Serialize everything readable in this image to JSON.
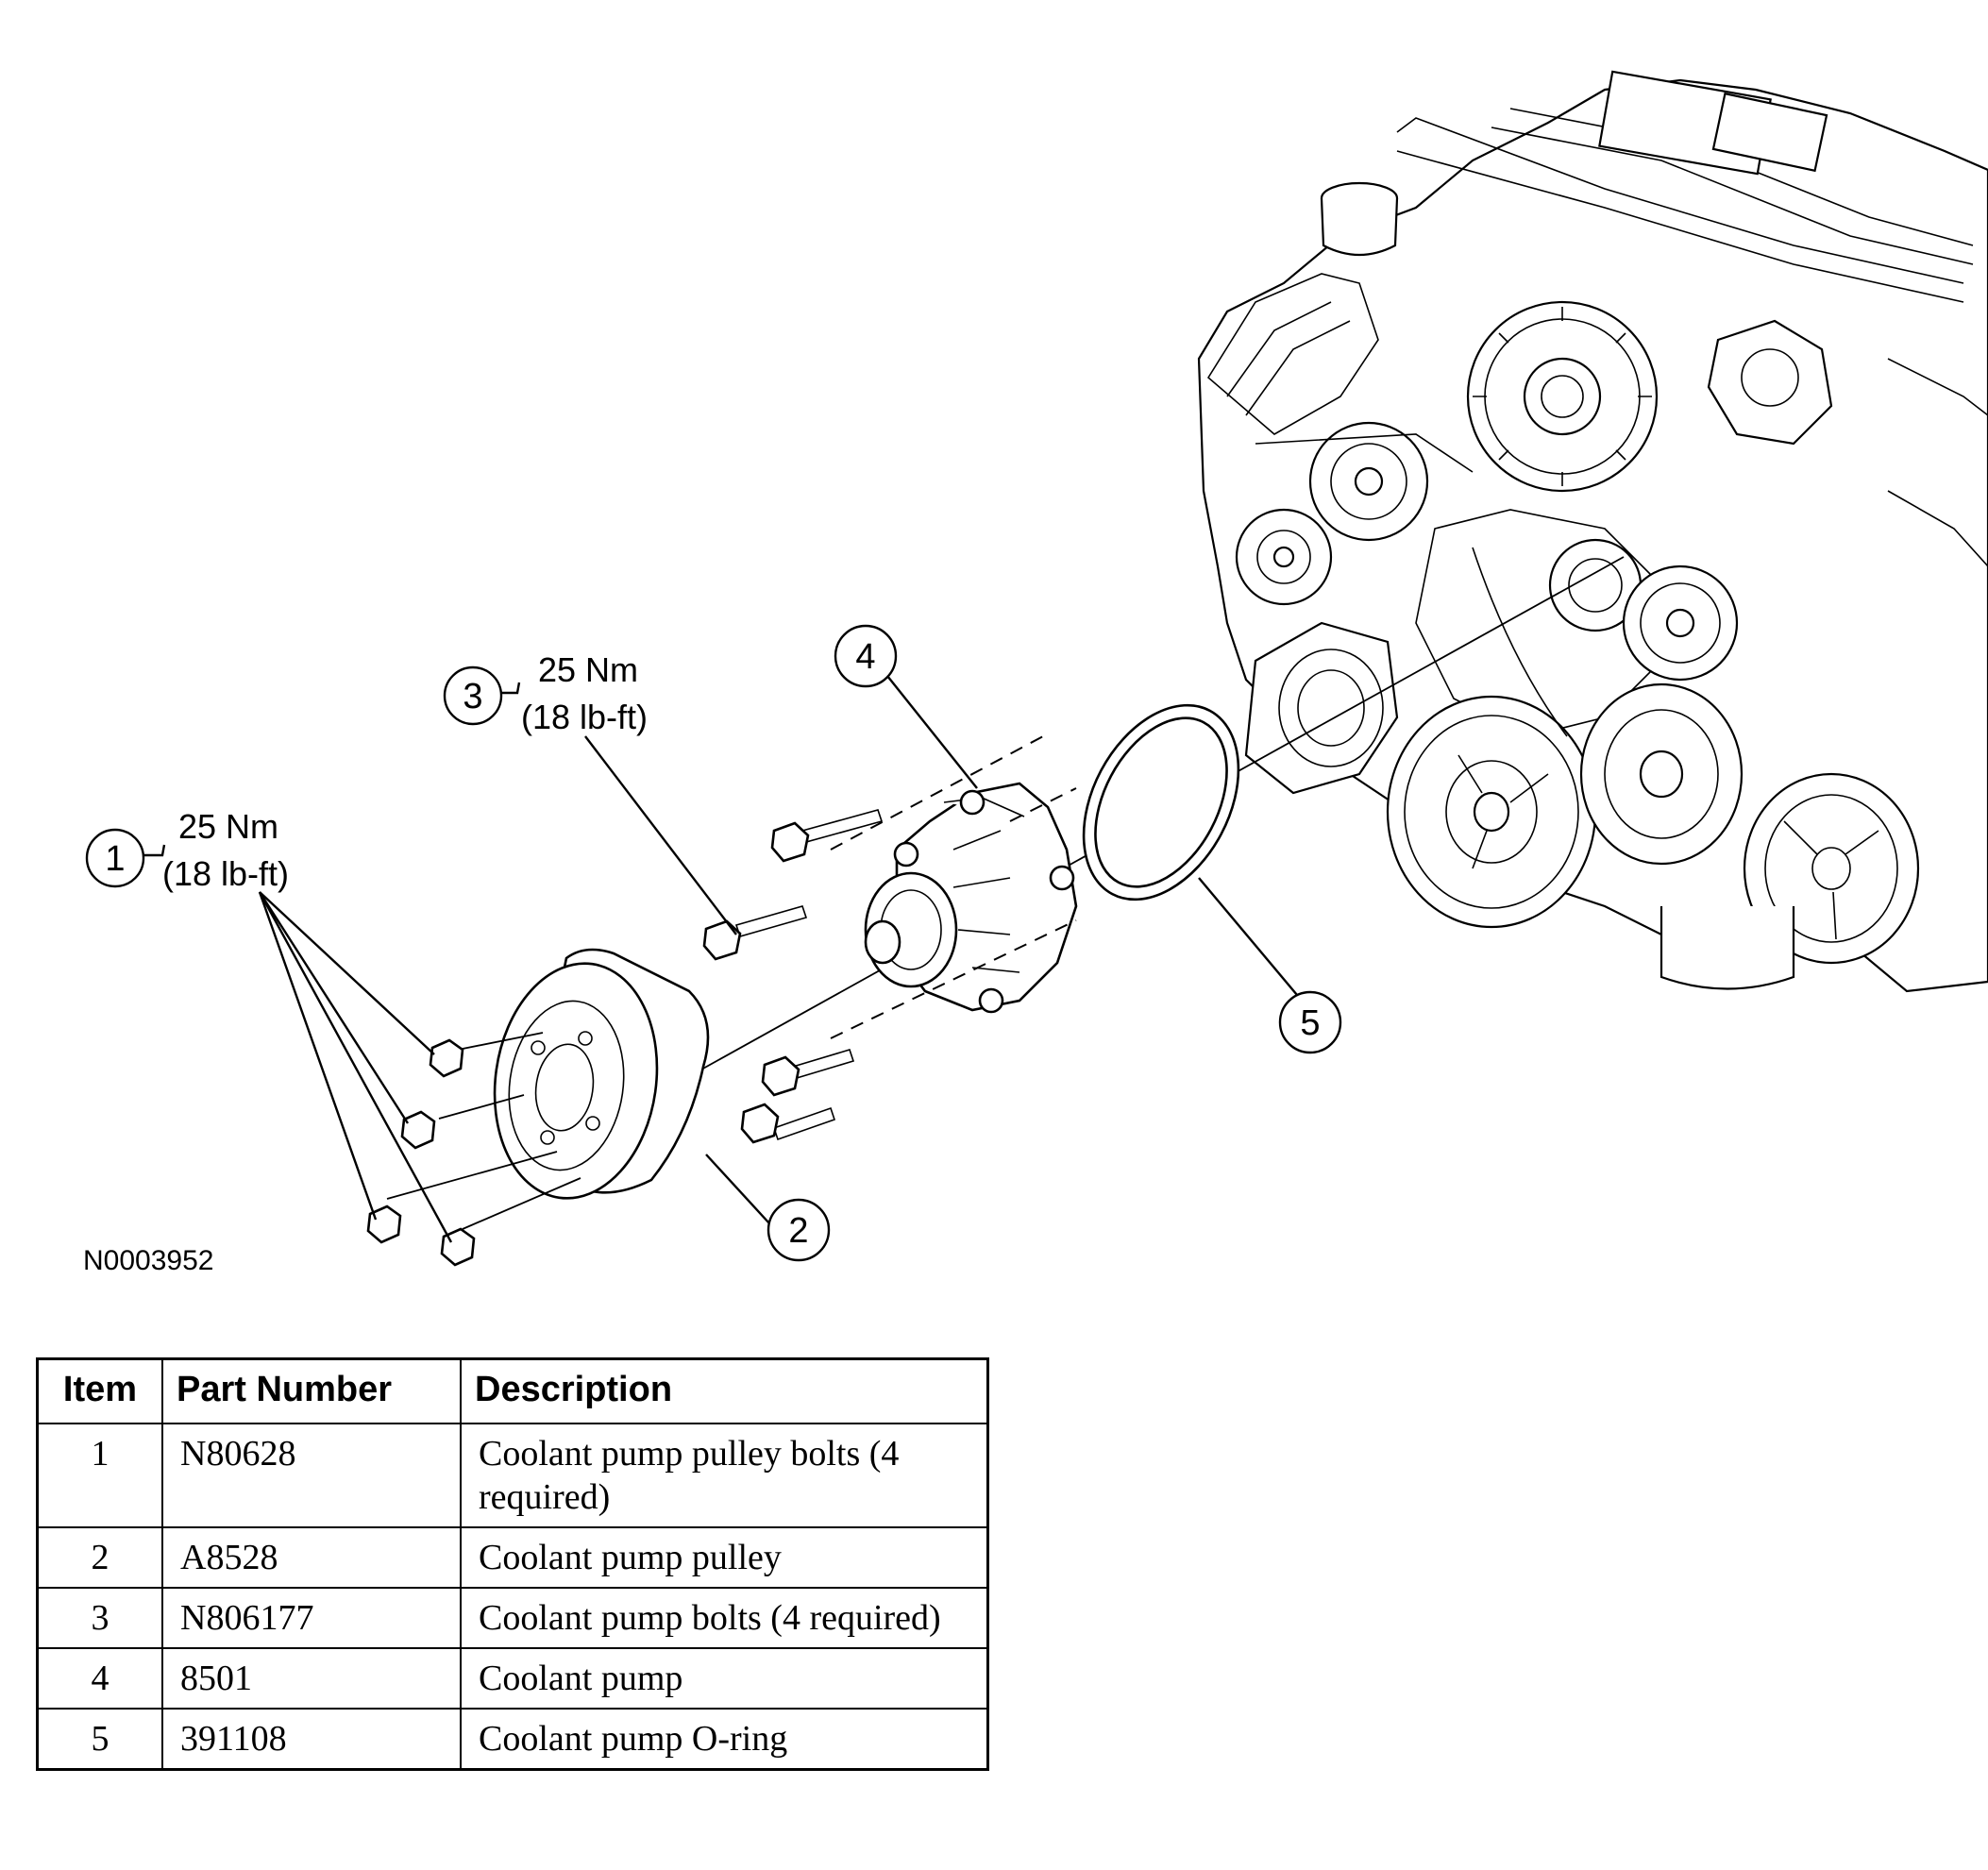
{
  "figure": {
    "id": "N0003952",
    "callouts": [
      {
        "num": "1",
        "torque_nm": "25 Nm",
        "torque_lbft": "(18 lb-ft)"
      },
      {
        "num": "2"
      },
      {
        "num": "3",
        "torque_nm": "25 Nm",
        "torque_lbft": "(18 lb-ft)"
      },
      {
        "num": "4"
      },
      {
        "num": "5"
      }
    ]
  },
  "table": {
    "headers": [
      "Item",
      "Part Number",
      "Description"
    ],
    "rows": [
      {
        "item": "1",
        "part_number": "N80628",
        "description": "Coolant pump pulley bolts (4 required)"
      },
      {
        "item": "2",
        "part_number": "A8528",
        "description": "Coolant pump pulley"
      },
      {
        "item": "3",
        "part_number": "N806177",
        "description": "Coolant pump bolts (4 required)"
      },
      {
        "item": "4",
        "part_number": "8501",
        "description": "Coolant pump"
      },
      {
        "item": "5",
        "part_number": "391108",
        "description": "Coolant pump O-ring"
      }
    ]
  }
}
